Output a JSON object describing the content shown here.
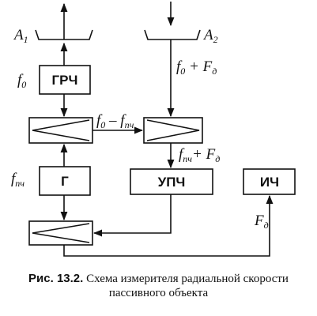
{
  "antennas": {
    "a1": "A",
    "a1_sub": "1",
    "a2": "A",
    "a2_sub": "2"
  },
  "blocks": {
    "grch": "ГРЧ",
    "g": "Г",
    "upch": "УПЧ",
    "ich": "ИЧ"
  },
  "signals": {
    "f0_main": "f",
    "f0_sub": "0",
    "f0fd_main": "f",
    "f0fd_sub": "0",
    "f0fd_plus": " + F",
    "f0fd_sub2": "д",
    "f0fpch_main": "f",
    "f0fpch_sub": "0",
    "f0fpch_minus": " – f",
    "f0fpch_sub2": "пч",
    "fpchfd_main": "f",
    "fpchfd_sub": "пч",
    "fpchfd_plus": "+ F",
    "fpchfd_sub2": "д",
    "fpch_main": "f",
    "fpch_sub": "пч",
    "fd_main": "F",
    "fd_sub": "д"
  },
  "caption": {
    "label": "Рис. 13.2.",
    "line1": " Схема измерителя радиальной скорости",
    "line2": "пассивного объекта"
  }
}
